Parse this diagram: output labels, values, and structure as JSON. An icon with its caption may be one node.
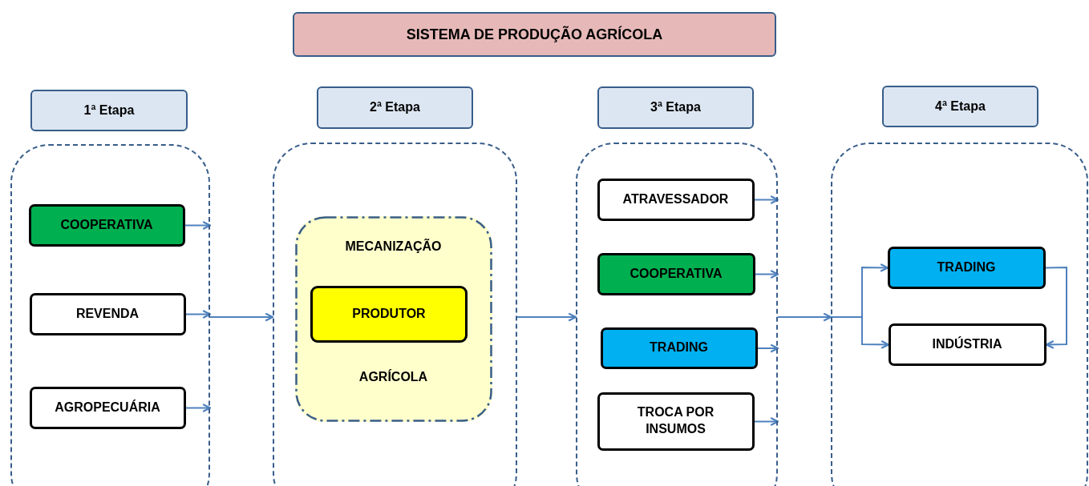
{
  "diagram": {
    "title": "SISTEMA DE PRODUÇÃO AGRÍCOLA",
    "nodes": [
      {
        "text": [
          "1ª Etapa"
        ]
      },
      {
        "text": [],
        "shape": "box"
      },
      {
        "text": [
          "COOPERATIVA"
        ],
        "in": 1
      },
      {
        "text": [
          "REVENDA"
        ],
        "in": 1
      },
      {
        "text": [
          "AGROPECUÁRIA"
        ],
        "in": 1
      },
      {
        "text": [
          "2ª Etapa"
        ]
      },
      {
        "text": [],
        "shape": "box"
      },
      {
        "text": [
          "MECANIZAÇÃO",
          "AGRÍCOLA"
        ],
        "in": 6
      },
      {
        "text": [
          "PRODUTOR"
        ],
        "in": 7
      },
      {
        "text": [
          "3ª Etapa"
        ]
      },
      {
        "text": [],
        "shape": "box"
      },
      {
        "text": [
          "ATRAVESSADOR"
        ],
        "in": 10
      },
      {
        "text": [
          "COOPERATIVA"
        ],
        "in": 10
      },
      {
        "text": [
          "TRADING"
        ],
        "in": 10
      },
      {
        "text": [
          "TROCA POR INSUMOS"
        ],
        "in": 10
      },
      {
        "text": [
          "4ª Etapa"
        ]
      },
      {
        "text": [],
        "shape": "box"
      },
      {
        "text": [
          "TRADING"
        ],
        "in": 16
      },
      {
        "text": [
          "INDÚSTRIA"
        ],
        "in": 16
      }
    ],
    "edges": [
      {
        "from": 2,
        "to": 1,
        "arrow": "to"
      },
      {
        "from": 3,
        "to": 1,
        "arrow": "to"
      },
      {
        "from": 4,
        "to": 1,
        "arrow": "to"
      },
      {
        "from": 1,
        "to": 6,
        "arrow": "to"
      },
      {
        "from": 6,
        "to": 10,
        "arrow": "to"
      },
      {
        "from": 11,
        "to": 10,
        "arrow": "to"
      },
      {
        "from": 12,
        "to": 10,
        "arrow": "to"
      },
      {
        "from": 13,
        "to": 10,
        "arrow": "to"
      },
      {
        "from": 14,
        "to": 10,
        "arrow": "to"
      },
      {
        "from": 10,
        "to": 16,
        "arrow": "to"
      },
      {
        "from": 16,
        "to": 17,
        "arrow": "to"
      },
      {
        "from": 16,
        "to": 18,
        "arrow": "to"
      },
      {
        "from": 17,
        "to": 18,
        "arrow": "to"
      }
    ]
  }
}
